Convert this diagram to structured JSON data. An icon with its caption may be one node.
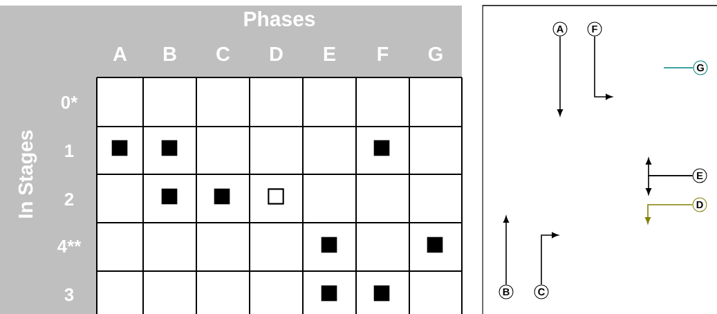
{
  "diagram": {
    "nodes": [
      {
        "text": [
          "A"
        ]
      },
      {
        "text": [
          "F"
        ]
      },
      {
        "text": [
          "G"
        ]
      },
      {
        "text": [
          "E"
        ]
      },
      {
        "text": [
          "D"
        ]
      },
      {
        "text": [
          "B"
        ]
      },
      {
        "text": [
          "C"
        ]
      },
      {
        "text": [],
        "shape": "box"
      },
      {
        "text": [],
        "shape": "box"
      },
      {
        "text": [],
        "shape": "box"
      },
      {
        "text": [],
        "shape": "box"
      },
      {
        "text": [],
        "shape": "box"
      },
      {
        "text": [],
        "shape": "square"
      },
      {
        "text": [],
        "shape": "box"
      },
      {
        "text": [],
        "shape": "box"
      },
      {
        "text": [],
        "shape": "box"
      },
      {
        "text": [],
        "shape": "box"
      }
    ],
    "edges": [
      {
        "from": 0,
        "to": null,
        "arrow": "to"
      },
      {
        "from": 1,
        "to": null,
        "arrow": "to"
      },
      {
        "from": 2,
        "to": null,
        "arrow": "none",
        "color": "#008080"
      },
      {
        "from": 3,
        "to": null,
        "arrow": "to"
      },
      {
        "from": 3,
        "to": null,
        "arrow": "to"
      },
      {
        "from": 4,
        "to": null,
        "arrow": "to",
        "color": "#808000"
      },
      {
        "from": 5,
        "to": null,
        "arrow": "to"
      },
      {
        "from": 6,
        "to": null,
        "arrow": "to"
      }
    ],
    "labels": [
      "Phases",
      "A",
      "B",
      "C",
      "D",
      "E",
      "F",
      "G",
      "In Stages",
      "0*",
      "1",
      "2",
      "4**",
      "3"
    ]
  }
}
